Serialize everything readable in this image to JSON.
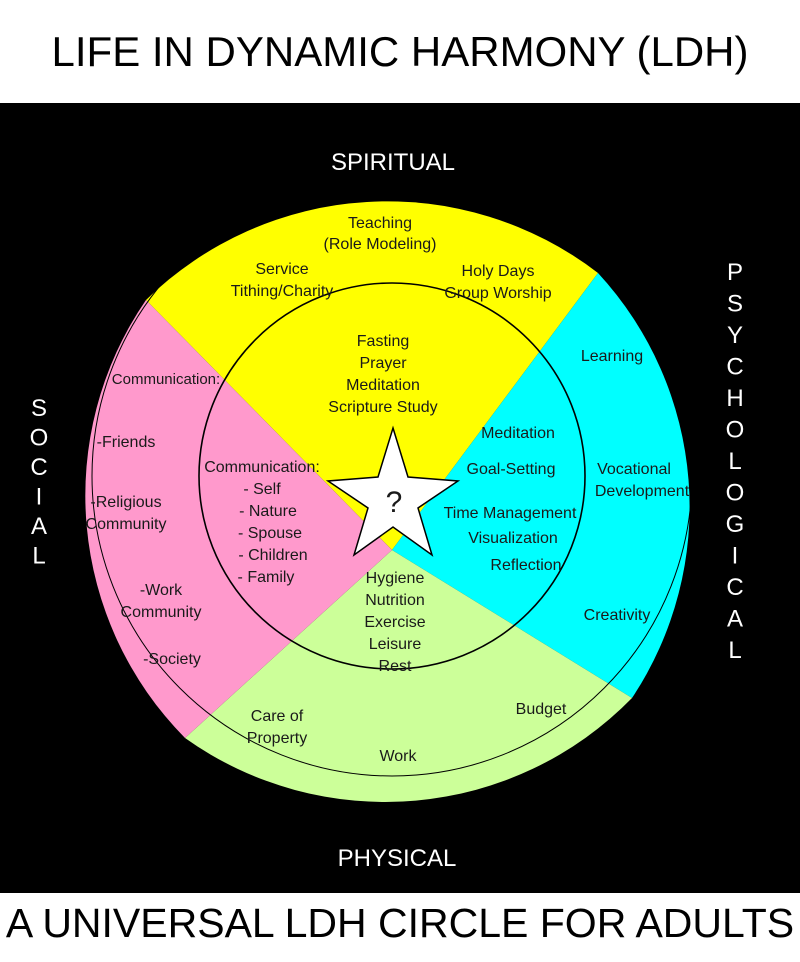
{
  "title": "LIFE IN DYNAMIC HARMONY (LDH)",
  "subtitle": "A UNIVERSAL LDH CIRCLE FOR ADULTS",
  "colors": {
    "spiritual": "#ffff00",
    "psychological": "#00ffff",
    "physical": "#ccff99",
    "social": "#ff99cc",
    "background": "#000000"
  },
  "axes": {
    "top": "SPIRITUAL",
    "bottom": "PHYSICAL",
    "left": "SOCIAL",
    "right": "PSYCHOLOGICAL"
  },
  "center_symbol": "?",
  "spiritual": {
    "outer": [
      "Teaching",
      "(Role Modeling)",
      "Service",
      "Tithing/Charity",
      "Holy Days",
      "Group Worship"
    ],
    "inner": [
      "Fasting",
      "Prayer",
      "Meditation",
      "Scripture Study"
    ]
  },
  "psychological": {
    "outer": [
      "Learning",
      "Vocational",
      "Development",
      "Creativity"
    ],
    "inner": [
      "Meditation",
      "Goal-Setting",
      "Time Management",
      "Visualization",
      "Reflection"
    ]
  },
  "physical": {
    "outer": [
      "Care of",
      "Property",
      "Work",
      "Budget"
    ],
    "inner": [
      "Hygiene",
      "Nutrition",
      "Exercise",
      "Leisure",
      "Rest"
    ]
  },
  "social": {
    "outer": [
      "Communication:",
      "-Friends",
      "-Religious",
      "Community",
      "-Work",
      "Community",
      "-Society"
    ],
    "inner": [
      "Communication:",
      "- Self",
      "- Nature",
      "- Spouse",
      "- Children",
      "- Family"
    ]
  }
}
